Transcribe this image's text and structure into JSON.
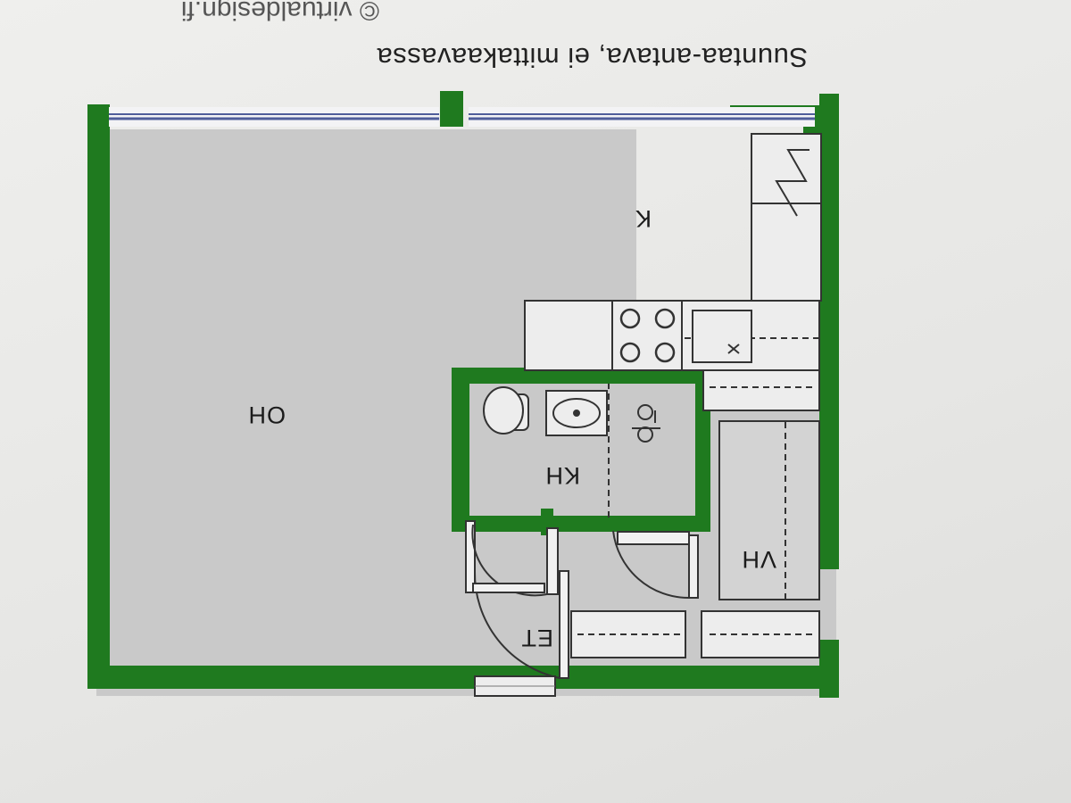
{
  "plan": {
    "caption": "Suuntaa-antava, ei mittakaavassa",
    "copyright": "© virtualdesign.fi",
    "colors": {
      "wall": "#1f7a1f",
      "floor": "#c9c9c9",
      "fixture": "#ededed",
      "window": "#4f5d9a",
      "line": "#333333"
    },
    "rooms": {
      "living": "OH",
      "kitchen": "K",
      "bathroom": "KH",
      "closet": "VH",
      "entry": "ET"
    }
  }
}
